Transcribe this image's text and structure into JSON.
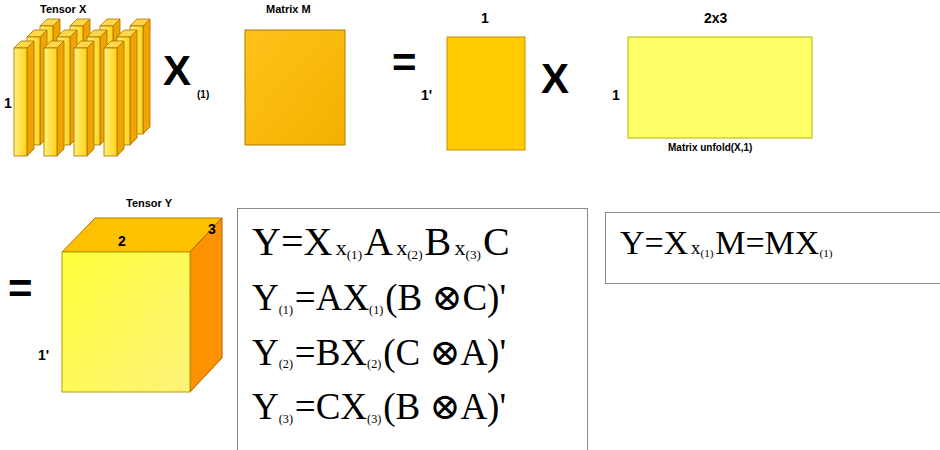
{
  "diagram": {
    "nodes": [
      {
        "text": [
          "Tensor X",
          "1"
        ]
      },
      {
        "text": [
          "Matrix M"
        ]
      },
      {
        "text": [
          "1",
          "1'"
        ]
      },
      {
        "text": [
          "2x3",
          "1",
          "Matrix unfold(X,1)"
        ]
      },
      {
        "text": [
          "Tensor Y",
          "1'",
          "2",
          "3"
        ]
      },
      {
        "text": [
          "Y=X",
          "x",
          "(1)",
          "A",
          "x",
          "(2)",
          "B",
          "x",
          "(3)",
          "C",
          "Y",
          "(1)",
          "=AX",
          "(1)",
          "(B ⊗C)'",
          "Y",
          "(2)",
          "=BX",
          "(2)",
          "(C ⊗A)'",
          "Y",
          "(3)",
          "=CX",
          "(3)",
          "(B ⊗A)'"
        ]
      },
      {
        "text": [
          "Y=X",
          "x",
          "(1)",
          "M=MX",
          "(1)"
        ]
      }
    ],
    "labels": [
      "X",
      "(1)",
      "=",
      "X",
      "="
    ]
  }
}
